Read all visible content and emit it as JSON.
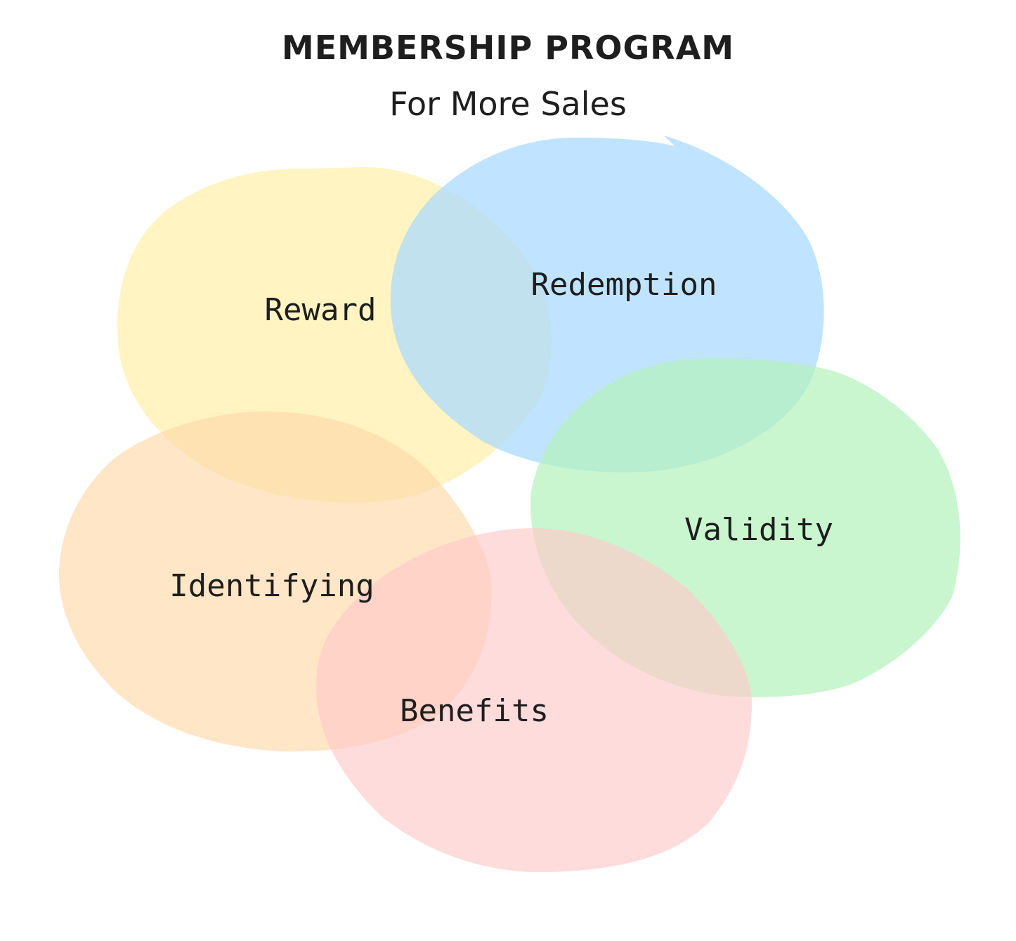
{
  "title": {
    "line1": "MEMBERSHIP PROGRAM",
    "line2": "For More Sales"
  },
  "circles": [
    {
      "label": "Reward",
      "color": "#ffec99",
      "opacity": 0.6
    },
    {
      "label": "Redemption",
      "color": "#a5d8ff",
      "opacity": 0.7
    },
    {
      "label": "Validity",
      "color": "#b2f2bb",
      "opacity": 0.7
    },
    {
      "label": "Identifying",
      "color": "#ffd8a8",
      "opacity": 0.65
    },
    {
      "label": "Benefits",
      "color": "#ffc9c9",
      "opacity": 0.65
    }
  ],
  "colors": {
    "text": "#1e1e1e",
    "background": "#ffffff"
  }
}
